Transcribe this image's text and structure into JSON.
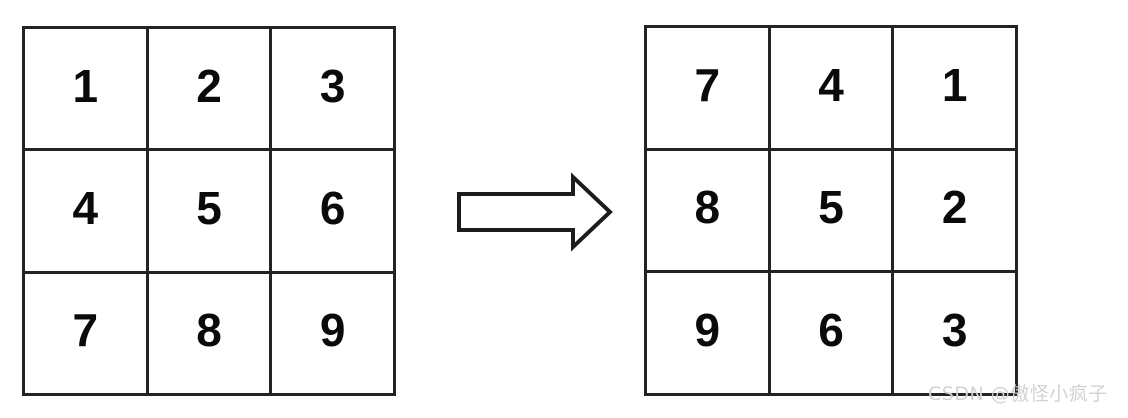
{
  "diagram": {
    "type": "matrix-rotation",
    "background_color": "#ffffff",
    "line_color": "#232323",
    "digit_color": "#0a0a0a",
    "source_grid": {
      "name": "original-matrix",
      "rows": 3,
      "cols": 3,
      "cells": [
        [
          "1",
          "2",
          "3"
        ],
        [
          "4",
          "5",
          "6"
        ],
        [
          "7",
          "8",
          "9"
        ]
      ]
    },
    "result_grid": {
      "name": "rotated-matrix",
      "rows": 3,
      "cols": 3,
      "cells": [
        [
          "7",
          "4",
          "1"
        ],
        [
          "8",
          "5",
          "2"
        ],
        [
          "9",
          "6",
          "3"
        ]
      ]
    },
    "arrow": {
      "name": "right-arrow",
      "direction": "right",
      "style": "hollow-outline",
      "label": ""
    }
  },
  "watermark": {
    "text": "CSDN @傲怪小疯子",
    "color": "#d2d2d2"
  }
}
